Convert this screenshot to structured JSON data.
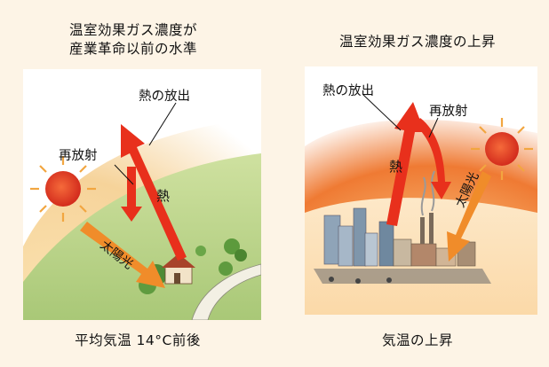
{
  "left_panel": {
    "title_line1": "温室効果ガス濃度が",
    "title_line2": "産業革命以前の水準",
    "label_heat_release": "熱の放出",
    "label_reradiation": "再放射",
    "label_heat": "熱",
    "label_sunlight": "太陽光",
    "caption": "平均気温 14°C前後"
  },
  "right_panel": {
    "title": "温室効果ガス濃度の上昇",
    "label_heat_release": "熱の放出",
    "label_reradiation": "再放射",
    "label_heat": "熱",
    "label_sunlight": "太陽光",
    "caption": "気温の上昇"
  },
  "colors": {
    "background": "#fdf4e6",
    "heat_arrow": "#e8301c",
    "sunlight_arrow": "#f08c2a",
    "sun": "#e23a1e",
    "sky_left": "#f6d59a",
    "ground_left": "#bcd48a",
    "sky_right": "#f08a3a"
  }
}
